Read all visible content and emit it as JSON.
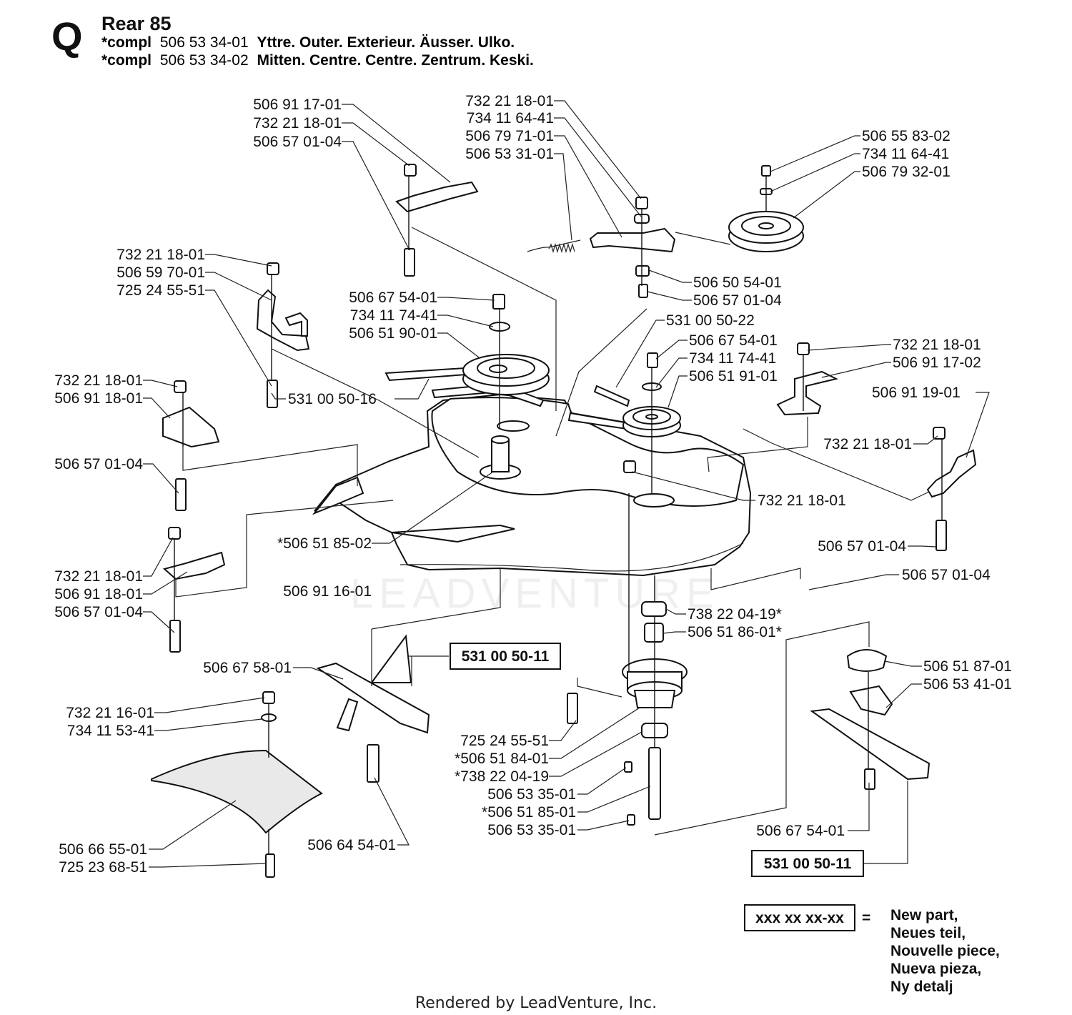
{
  "header": {
    "section_letter": "Q",
    "title": "Rear 85",
    "lines": [
      {
        "prefix": "*compl",
        "number": "506 53 34-01",
        "desc": "Yttre. Outer. Exterieur. Äusser. Ulko."
      },
      {
        "prefix": "*compl",
        "number": "506 53 34-02",
        "desc": "Mitten. Centre. Centre. Zentrum. Keski."
      }
    ]
  },
  "callouts": [
    "506 91 17-01",
    "732 21 18-01",
    "506 57 01-04",
    "732 21 18-01",
    "734 11 64-41",
    "506 79 71-01",
    "506 53 31-01",
    "506 55 83-02",
    "734 11 64-41",
    "506 79 32-01",
    "732 21 18-01",
    "506 59 70-01",
    "725 24 55-51",
    "506 67 54-01",
    "734 11 74-41",
    "506 51 90-01",
    "506 50 54-01",
    "506 57 01-04",
    "531 00 50-22",
    "506 67 54-01",
    "734 11 74-41",
    "506 51 91-01",
    "732 21 18-01",
    "506 91 17-02",
    "506 91 19-01",
    "732 21 18-01",
    "506 91 18-01",
    "531 00 50-16",
    "732 21 18-01",
    "506 57 01-04",
    "732 21 18-01",
    "*506 51 85-02",
    "506 57 01-04",
    "732 21 18-01",
    "506 91 18-01",
    "506 91 16-01",
    "506 57 01-04",
    "506 57 01-04",
    "738 22 04-19*",
    "506 51 86-01*",
    "506 67 58-01",
    "506 51 87-01",
    "506 53 41-01",
    "732 21 16-01",
    "734 11 53-41",
    "725 24 55-51",
    "*506 51 84-01",
    "*738 22 04-19",
    "506 53 35-01",
    "*506 51 85-01",
    "506 53 35-01",
    "506 66 55-01",
    "725 23 68-51",
    "506 64 54-01",
    "506 67 54-01"
  ],
  "boxed_parts": [
    "531 00 50-11",
    "531 00 50-11"
  ],
  "legend": {
    "symbol": "xxx xx xx-xx",
    "equals": "=",
    "lines": [
      "New part,",
      "Neues teil,",
      "Nouvelle piece,",
      "Nueva pieza,",
      "Ny detalj"
    ]
  },
  "watermark": "LEADVENTURE",
  "footer": "Rendered by LeadVenture, Inc."
}
